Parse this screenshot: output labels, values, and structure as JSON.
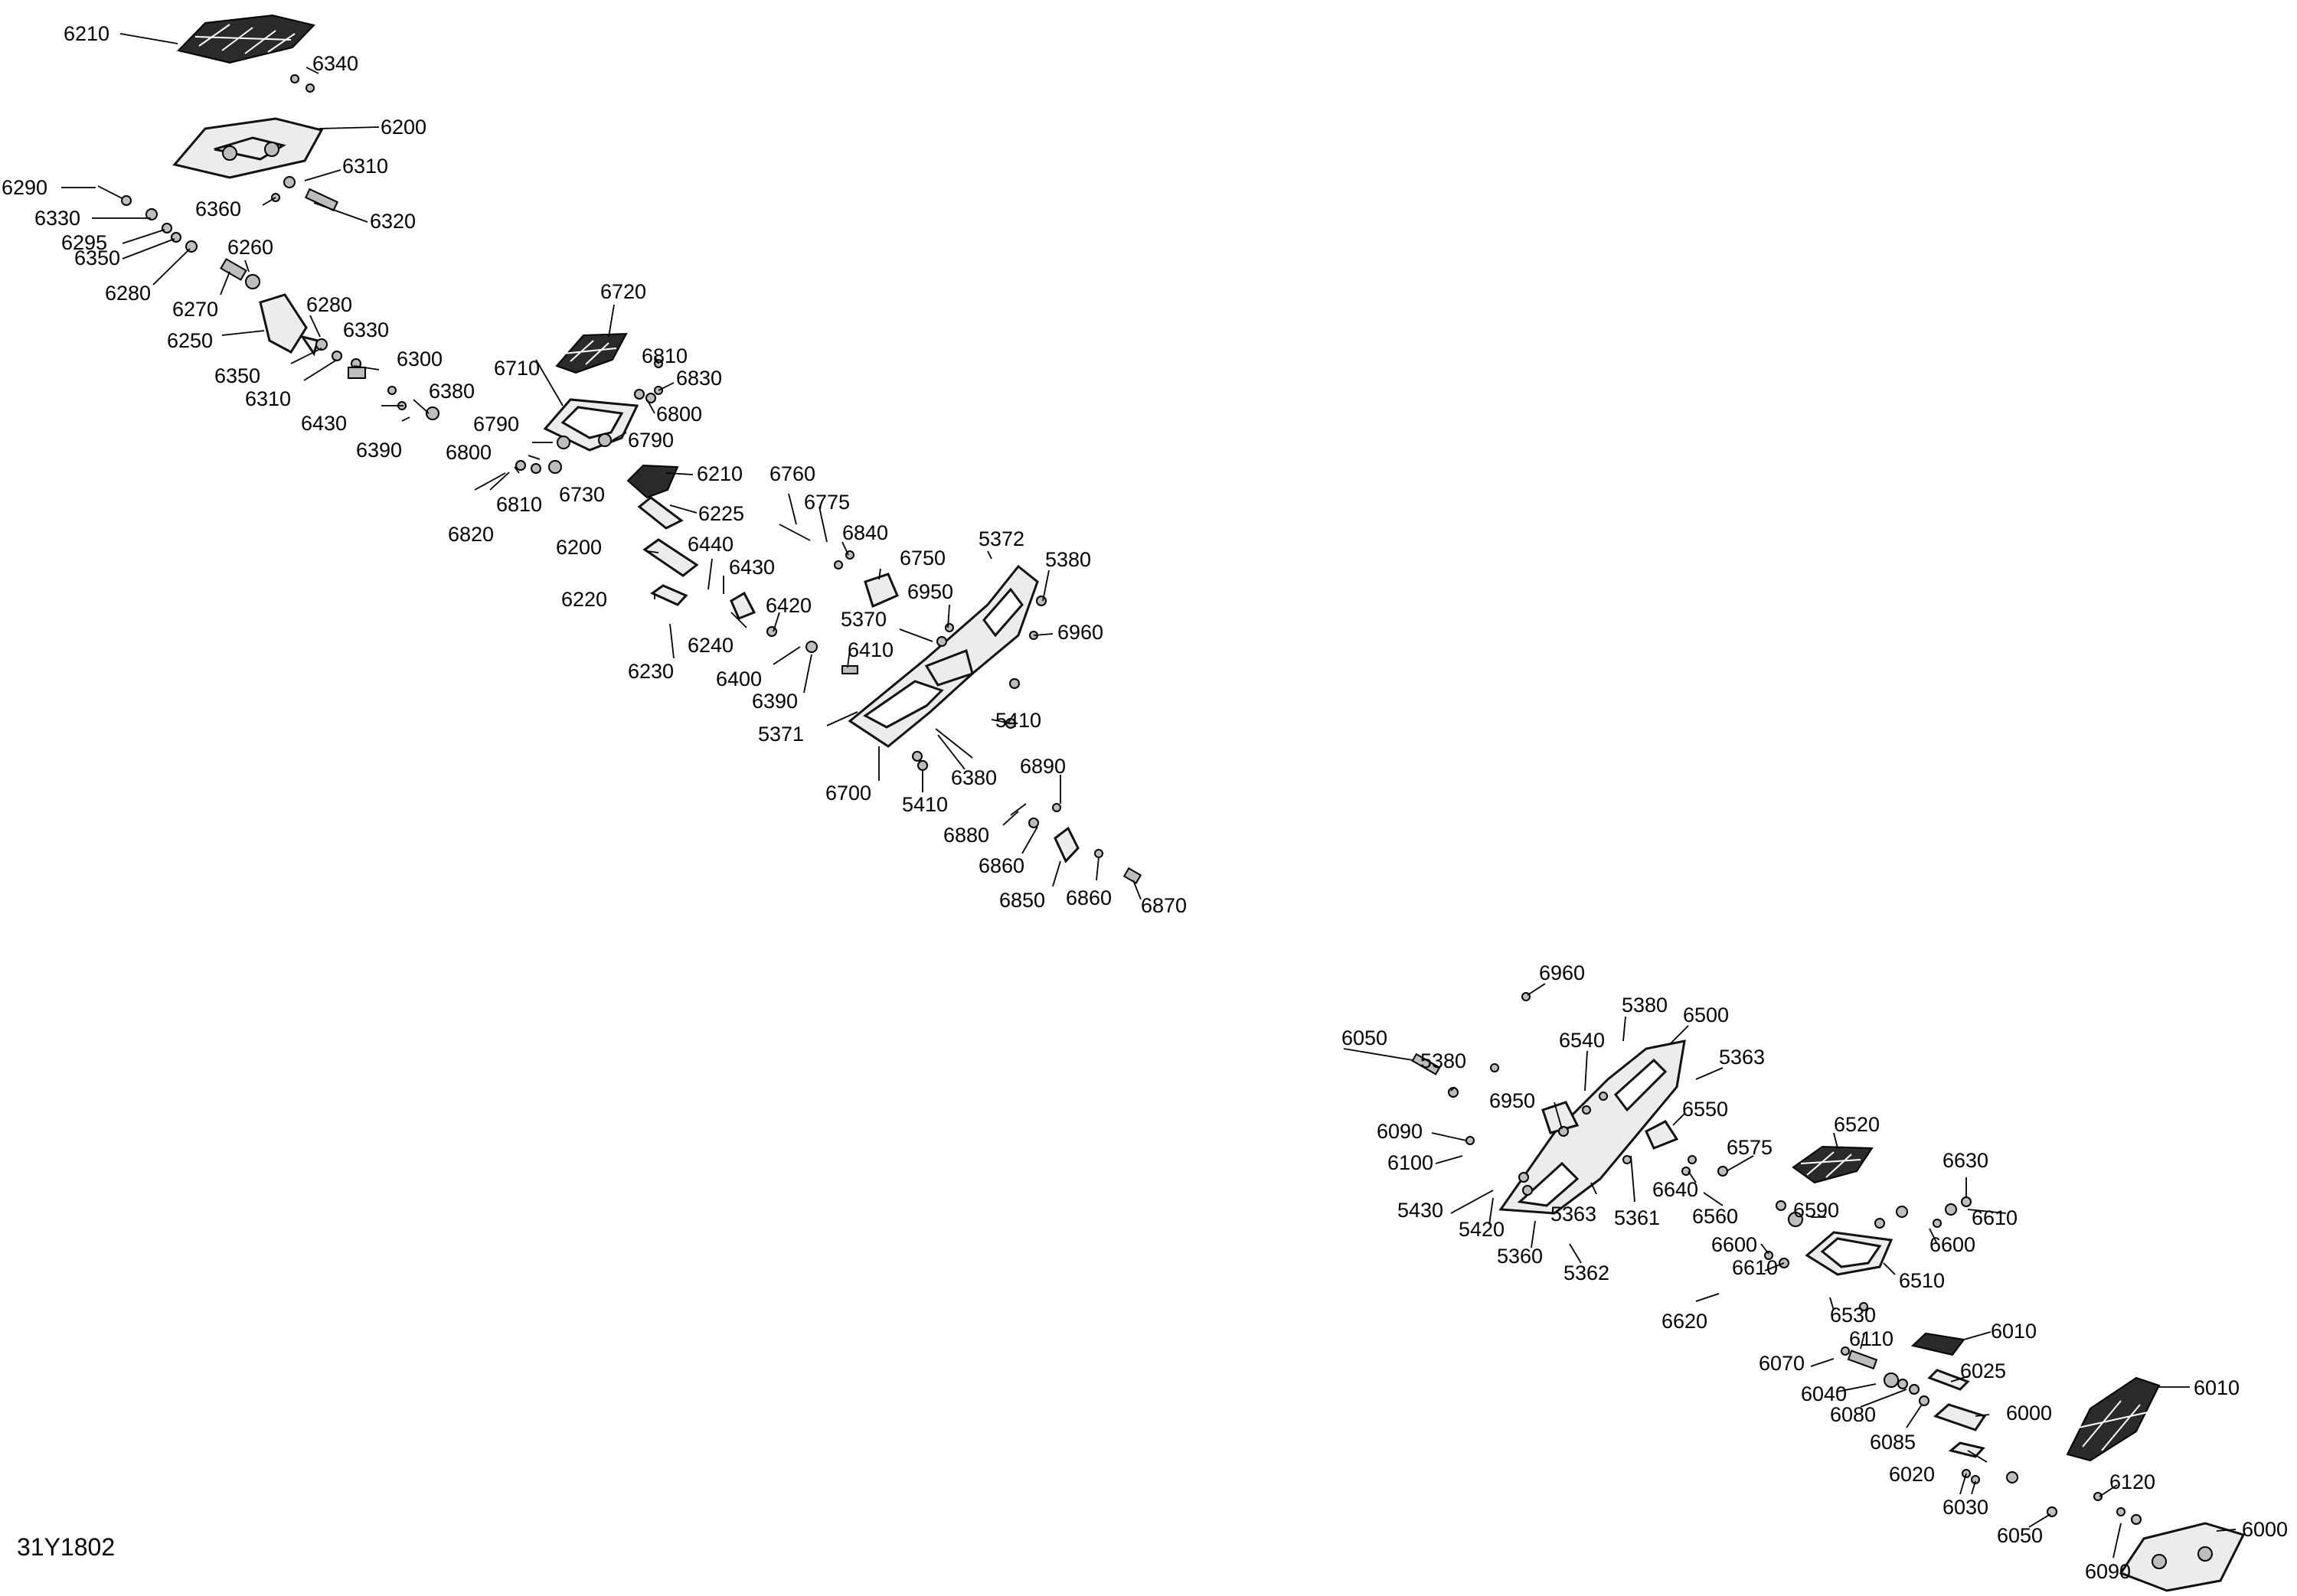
{
  "drawing_ref": "31Y1802",
  "labels": [
    "6210",
    "6340",
    "6200",
    "6290",
    "6310",
    "6330",
    "6360",
    "6320",
    "6295",
    "6350",
    "6260",
    "6280",
    "6270",
    "6280",
    "6250",
    "6330",
    "6350",
    "6300",
    "6310",
    "6380",
    "6430",
    "6390",
    "6720",
    "6810",
    "6710",
    "6830",
    "6800",
    "6790",
    "6790",
    "6800",
    "6810",
    "6730",
    "6820",
    "6210",
    "6760",
    "6225",
    "6775",
    "6200",
    "6440",
    "6840",
    "6750",
    "5372",
    "6430",
    "5380",
    "6220",
    "6420",
    "6950",
    "5370",
    "6960",
    "6240",
    "6410",
    "6230",
    "6400",
    "6390",
    "5410",
    "5371",
    "6380",
    "6890",
    "6700",
    "5410",
    "6880",
    "6860",
    "6850",
    "6860",
    "6870",
    "6960",
    "5380",
    "6050",
    "6500",
    "6540",
    "5380",
    "5363",
    "6950",
    "6550",
    "6090",
    "6100",
    "6575",
    "6520",
    "6640",
    "6630",
    "5430",
    "5420",
    "5363",
    "5361",
    "6560",
    "6610",
    "6590",
    "5360",
    "6600",
    "6600",
    "5362",
    "6610",
    "6510",
    "6620",
    "6530",
    "6010",
    "6110",
    "6070",
    "6025",
    "6040",
    "6010",
    "6080",
    "6000",
    "6085",
    "6020",
    "6120",
    "6030",
    "6050",
    "6000",
    "6090"
  ]
}
